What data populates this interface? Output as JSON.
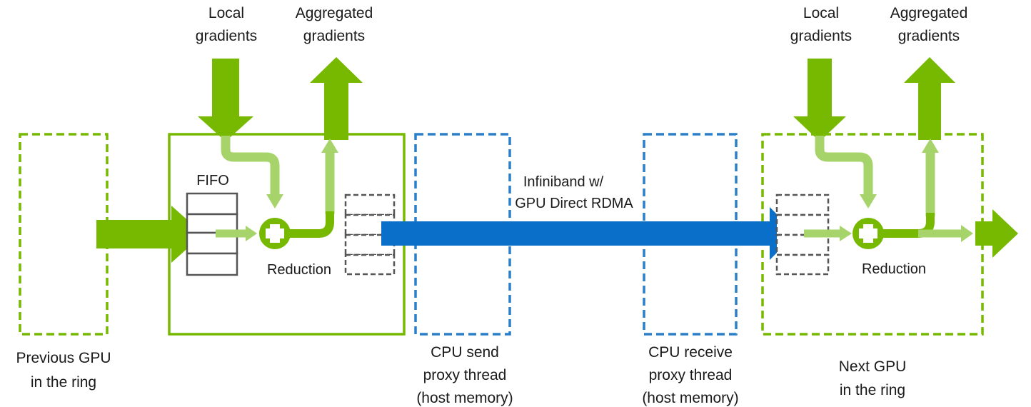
{
  "diagram": {
    "gpu_left": {
      "label_line1": "Previous GPU",
      "label_line2": "in the ring"
    },
    "gpu_main": {
      "local_line1": "Local",
      "local_line2": "gradients",
      "aggregated_line1": "Aggregated",
      "aggregated_line2": "gradients",
      "fifo_label": "FIFO",
      "reduction_label": "Reduction"
    },
    "cpu_send": {
      "line1": "CPU send",
      "line2": "proxy thread",
      "line3": "(host memory)"
    },
    "network": {
      "line1": "Infiniband w/",
      "line2": "GPU Direct RDMA"
    },
    "cpu_receive": {
      "line1": "CPU receive",
      "line2": "proxy thread",
      "line3": "(host memory)"
    },
    "gpu_next": {
      "local_line1": "Local",
      "local_line2": "gradients",
      "aggregated_line1": "Aggregated",
      "aggregated_line2": "gradients",
      "reduction_label": "Reduction",
      "label_line1": "Next GPU",
      "label_line2": "in the ring"
    },
    "colors": {
      "green_dark": "#76b900",
      "green_light": "#a6d46a",
      "blue": "#0a6fc9",
      "blue_dashed": "#2a7fc8",
      "gray": "#555555"
    }
  }
}
